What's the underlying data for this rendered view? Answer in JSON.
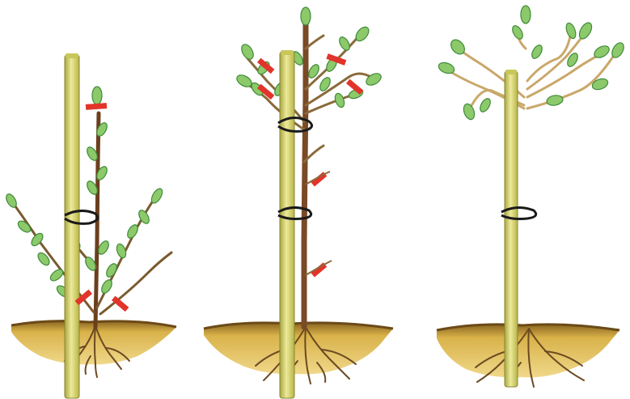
{
  "illustration": {
    "panels": [
      {
        "id": "stage-1",
        "cut_marks": 3,
        "ties": 1
      },
      {
        "id": "stage-2",
        "cut_marks": 6,
        "ties": 2
      },
      {
        "id": "stage-3",
        "cut_marks": 0,
        "ties": 1
      }
    ],
    "colors": {
      "background": "#ffffff",
      "stake": "#d9d66a",
      "stake_shade": "#a9a640",
      "trunk": "#7a4a26",
      "branch": "#8a6a3a",
      "young_branch": "#c9a86a",
      "leaf": "#8cc96a",
      "leaf_dark": "#3f8a3a",
      "cut_mark": "#e2342a",
      "tie": "#1a1a1a",
      "soil": "#d9b24a",
      "soil_dark": "#8a6420",
      "root": "#6b4a22"
    }
  }
}
